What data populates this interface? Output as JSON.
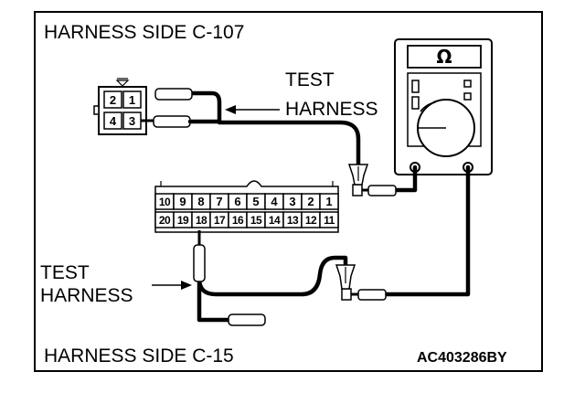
{
  "title_top": "HARNESS SIDE C-107",
  "title_bottom": "HARNESS SIDE C-15",
  "figure_code": "AC403286BY",
  "test_harness_upper": {
    "line1": "TEST",
    "line2": "HARNESS"
  },
  "test_harness_lower": {
    "line1": "TEST",
    "line2": "HARNESS"
  },
  "meter_symbol": "Ω",
  "connector_c107": {
    "top_row": [
      "2",
      "1"
    ],
    "bottom_row": [
      "4",
      "3"
    ]
  },
  "connector_c15": {
    "top_row": [
      "10",
      "9",
      "8",
      "7",
      "6",
      "5",
      "4",
      "3",
      "2",
      "1"
    ],
    "bottom_row": [
      "20",
      "19",
      "18",
      "17",
      "16",
      "15",
      "14",
      "13",
      "12",
      "11"
    ]
  }
}
